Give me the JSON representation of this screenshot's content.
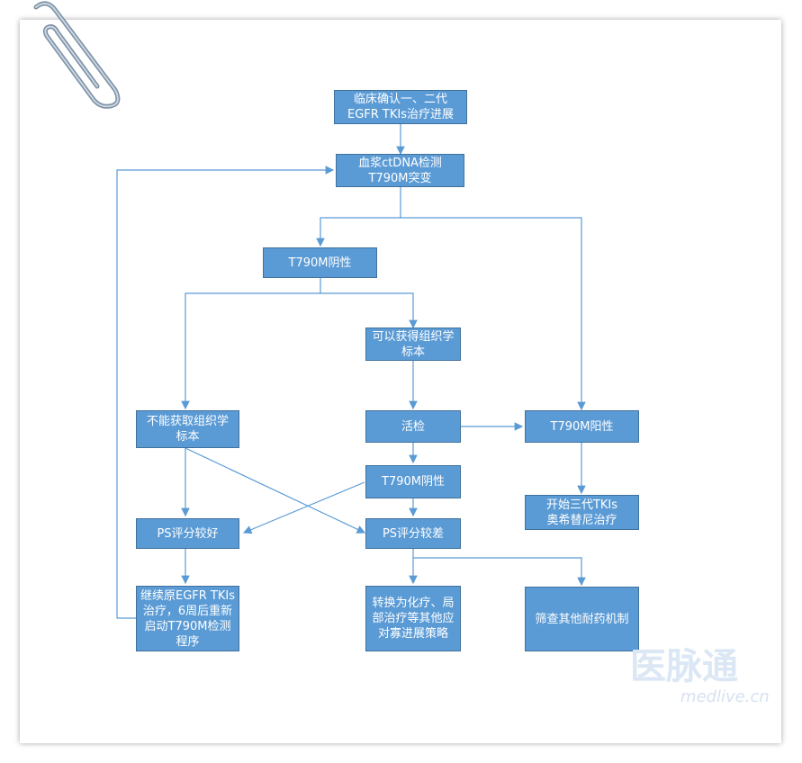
{
  "nodes": {
    "start": "临床确认一、二代\nEGFR TKIs治疗进展",
    "ctdna": "血浆ctDNA检测\nT790M突变",
    "neg1": "T790M阴性",
    "tissue_yes": "可以获得组织学\n标本",
    "tissue_no": "不能获取组织学\n标本",
    "biopsy": "活检",
    "pos": "T790M阳性",
    "neg2": "T790M阴性",
    "third_gen": "开始三代TKIs\n奥希替尼治疗",
    "ps_good": "PS评分较好",
    "ps_poor": "PS评分较差",
    "continue": "继续原EGFR TKIs\n治疗，6周后重新\n启动T790M检测\n程序",
    "switch": "转换为化疗、局\n部治疗等其他应\n对寡进展策略",
    "screen": "筛查其他耐药机制"
  },
  "watermark": {
    "brand": "医脉通",
    "site": "medlive.cn"
  },
  "colors": {
    "node_fill": "#5b9bd5",
    "node_border": "#41719c",
    "edge": "#5b9bd5"
  }
}
